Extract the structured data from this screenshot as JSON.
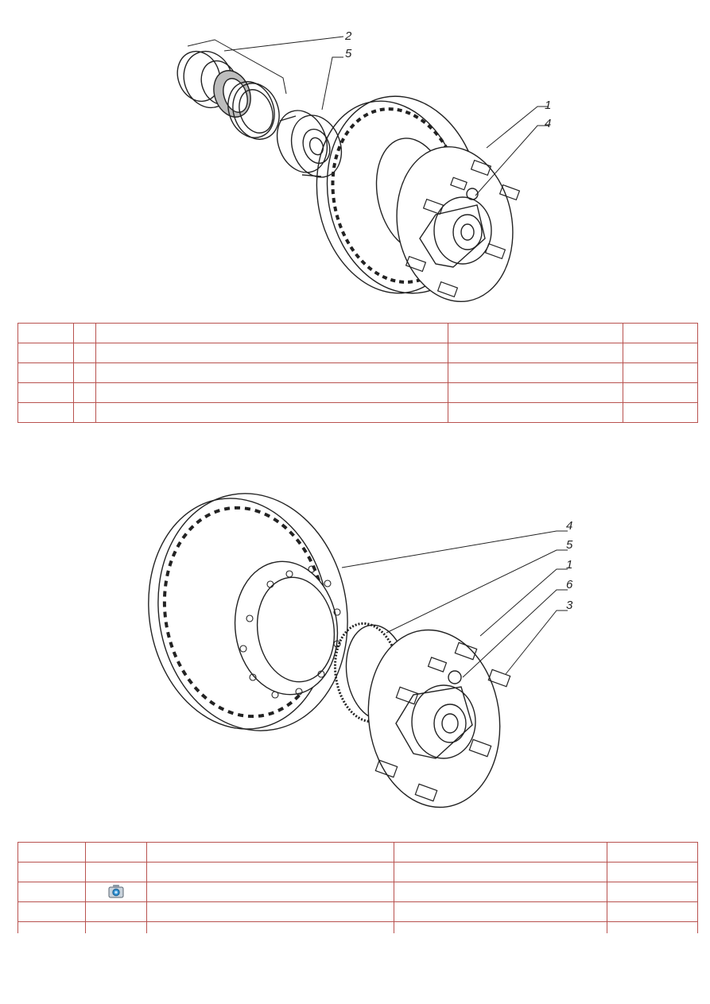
{
  "figure_1": {
    "callouts": [
      "2",
      "5",
      "1",
      "4"
    ]
  },
  "table_1": {
    "rows": [
      [
        "",
        "",
        "",
        "",
        ""
      ],
      [
        "",
        "",
        "",
        "",
        ""
      ],
      [
        "",
        "",
        "",
        "",
        ""
      ],
      [
        "",
        "",
        "",
        "",
        ""
      ],
      [
        "",
        "",
        "",
        "",
        ""
      ]
    ]
  },
  "figure_2": {
    "callouts": [
      "4",
      "5",
      "1",
      "6",
      "3"
    ]
  },
  "table_2": {
    "rows": [
      [
        "",
        "",
        "",
        "",
        ""
      ],
      [
        "",
        "",
        "",
        "",
        ""
      ],
      [
        "",
        "",
        "",
        "",
        ""
      ],
      [
        "",
        "",
        "",
        "",
        ""
      ],
      [
        "",
        "",
        "",
        "",
        ""
      ]
    ],
    "icon": "camera-icon"
  }
}
